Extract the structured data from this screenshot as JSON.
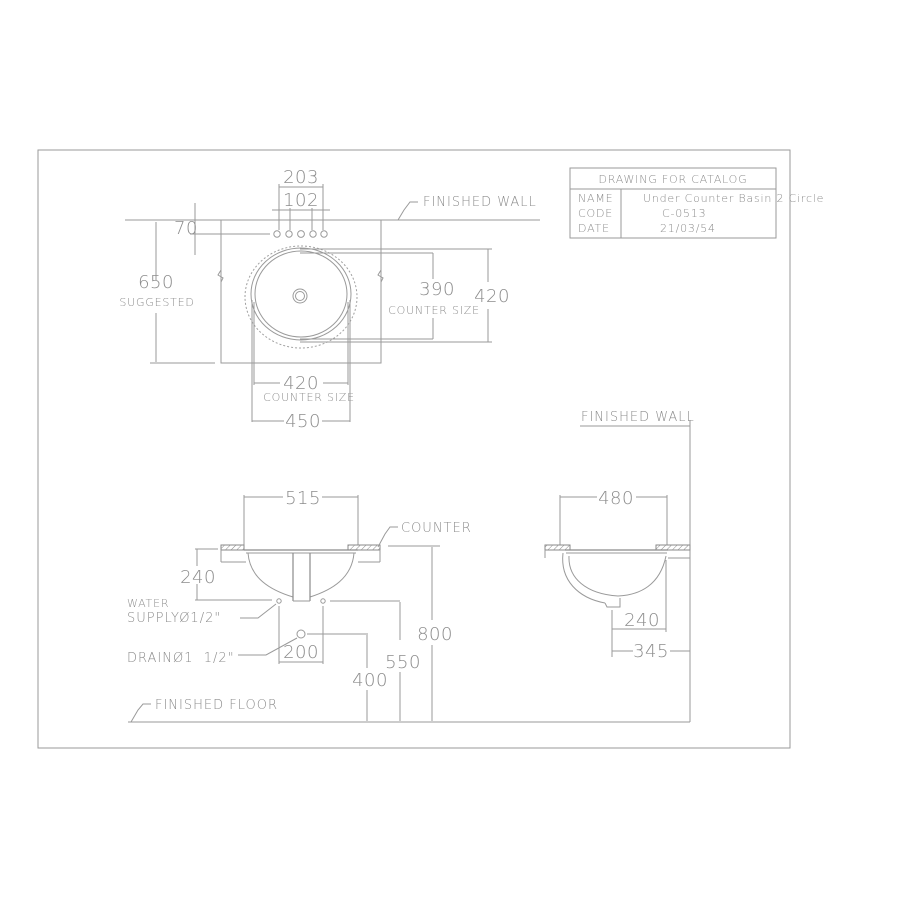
{
  "title_block": {
    "header": "DRAWING FOR CATALOG",
    "rows": [
      {
        "label": "NAME",
        "value": "Under Counter Basin 2 Circle"
      },
      {
        "label": "CODE",
        "value": "C-0513"
      },
      {
        "label": "DATE",
        "value": "21/03/54"
      }
    ]
  },
  "plan_view": {
    "finished_wall": "FINISHED WALL",
    "dim_203": "203",
    "dim_102": "102",
    "dim_70": "70",
    "dim_650": "650",
    "suggested": "SUGGESTED",
    "dim_390": "390",
    "dim_420_right": "420",
    "counter_size_right": "COUNTER SIZE",
    "dim_420_bottom": "420",
    "counter_size_bottom": "COUNTER SIZE",
    "dim_450": "450"
  },
  "front_view": {
    "dim_515": "515",
    "counter": "COUNTER",
    "dim_240": "240",
    "water_supply_line1": "WATER",
    "water_supply_line2": "SUPPLYØ1/2\"",
    "drain": "DRAINØ1  1/2\"",
    "dim_200": "200",
    "dim_800": "800",
    "dim_550": "550",
    "dim_400": "400",
    "finished_floor": "FINISHED FLOOR"
  },
  "side_view": {
    "finished_wall": "FINISHED WALL",
    "dim_480": "480",
    "dim_240": "240",
    "dim_345": "345"
  }
}
